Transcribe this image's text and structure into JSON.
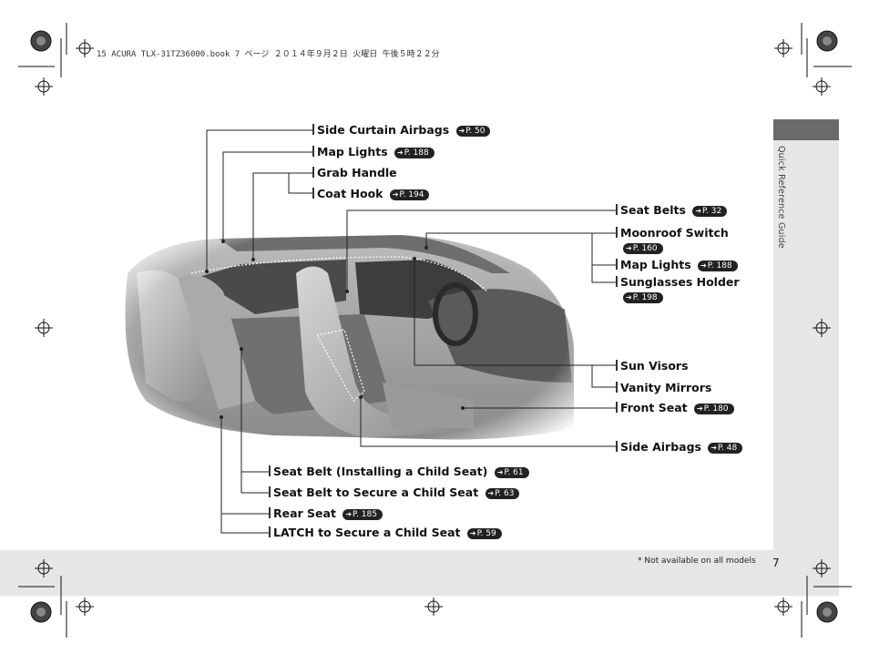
{
  "header": {
    "file_line": "15 ACURA TLX-31TZ36000.book  7 ページ  ２０１４年９月２日  火曜日  午後５時２２分"
  },
  "sidebar": {
    "section_label": "Quick Reference Guide"
  },
  "footer": {
    "footnote": "* Not available on all models",
    "page_number": "7"
  },
  "labels": {
    "side_curtain_airbags": {
      "text": "Side Curtain Airbags",
      "ref": "P. 50"
    },
    "map_lights_top": {
      "text": "Map Lights",
      "ref": "P. 188"
    },
    "grab_handle": {
      "text": "Grab Handle"
    },
    "coat_hook": {
      "text": "Coat Hook",
      "ref": "P. 194"
    },
    "seat_belts": {
      "text": "Seat Belts",
      "ref": "P. 32"
    },
    "moonroof_switch": {
      "text": "Moonroof Switch",
      "ref": "P. 160"
    },
    "map_lights_right": {
      "text": "Map Lights",
      "ref": "P. 188"
    },
    "sunglasses_holder": {
      "text": "Sunglasses Holder",
      "ref": "P. 198"
    },
    "sun_visors": {
      "text": "Sun Visors"
    },
    "vanity_mirrors": {
      "text": "Vanity Mirrors"
    },
    "front_seat": {
      "text": "Front Seat",
      "ref": "P. 180"
    },
    "side_airbags": {
      "text": "Side Airbags",
      "ref": "P. 48"
    },
    "seat_belt_installing": {
      "text": "Seat Belt (Installing a Child Seat)",
      "ref": "P. 61"
    },
    "seat_belt_secure": {
      "text": "Seat Belt to Secure a Child Seat",
      "ref": "P. 63"
    },
    "rear_seat": {
      "text": "Rear Seat",
      "ref": "P. 185"
    },
    "latch": {
      "text": "LATCH to Secure a Child Seat",
      "ref": "P. 59"
    }
  },
  "icons": {
    "page_ref": "arrow-right-icon",
    "registration_mark": "crosshair-icon"
  },
  "colors": {
    "sidebar_bg": "#e6e6e6",
    "sidebar_tab": "#6a6a6a",
    "ref_badge": "#222222"
  }
}
